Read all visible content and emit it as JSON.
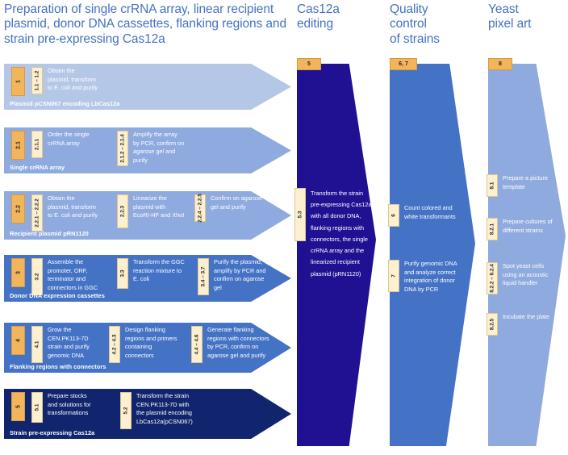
{
  "headings": {
    "preparation": "Preparation of single crRNA array, linear recipient plasmid, donor DNA cassettes, flanking regions and strain pre-expressing Cas12a",
    "cas12a": "Cas12a\nediting",
    "quality_control": "Quality\ncontrol\nof strains",
    "pixel_art": "Yeast\npixel art"
  },
  "colors": {
    "heading_blue": "#4472c4",
    "tag_orange": "#f2b55c",
    "step_tag_cream": "#fdf0d0",
    "arrow_1": "#b4c7e7",
    "arrow_2": "#8faade",
    "arrow_3": "#8faade",
    "arrow_4": "#4472c4",
    "arrow_5": "#4472c4",
    "arrow_6": "#10256e",
    "cas_dark": "#1f1191",
    "qc_blue": "#4472c4",
    "pixel_blue": "#8faade"
  },
  "rows": [
    {
      "tag": "1",
      "caption": "Plasmid pCSN067 encoding LbCas12a",
      "fill": "#b4c7e7",
      "steps": [
        {
          "tag": "1.1 – 1.2",
          "text": "Obtain the\nplasmid, transform\nto E. coli and purify"
        }
      ]
    },
    {
      "tag": "2.1",
      "caption": "Single crRNA array",
      "fill": "#8faade",
      "steps": [
        {
          "tag": "2.1.1",
          "text": "Order the single\ncrRNA array"
        },
        {
          "tag": "2.1.2 – 2.1.4",
          "text": "Amplify the array\nby PCR, confirm on\nagarose gel and\npurify"
        }
      ]
    },
    {
      "tag": "2.2",
      "caption": "Recipient plasmid pRN1120",
      "fill": "#8faade",
      "steps": [
        {
          "tag": "2.2.1 – 2.2.2",
          "text": "Obtain the\nplasmid, transform\nto E. coli and purify"
        },
        {
          "tag": "2.2.3",
          "text": "Linearize the\nplasmid with\nEcoRI-HF and XhoI"
        },
        {
          "tag": "2.2.4 – 2.2.5",
          "text": "Confirm on agarose\ngel and purify"
        }
      ]
    },
    {
      "tag": "3",
      "caption": "Donor DNA expression cassettes",
      "fill": "#4472c4",
      "steps": [
        {
          "tag": "3.2",
          "text": "Assemble the\npromoter, ORF,\nterminator and\nconnectors in GGC"
        },
        {
          "tag": "3.3",
          "text": "Transform the GGC\nreaction mixture to\nE. coli"
        },
        {
          "tag": "3.4 – 3.7",
          "text": "Purify the plasmid,\namplify by PCR and\nconfirm on agarose\ngel"
        }
      ]
    },
    {
      "tag": "4",
      "caption": "Flanking regions with connectors",
      "fill": "#4472c4",
      "steps": [
        {
          "tag": "4.1",
          "text": "Grow the\nCEN.PK113-7D\nstrain and purify\ngenomic DNA"
        },
        {
          "tag": "4.2 – 4.3",
          "text": "Design flanking\nregions and primers\ncontaining\nconnectors"
        },
        {
          "tag": "4.4 – 4.6",
          "text": "Generate flanking\nregions with connectors\nby PCR, confirm on\nagarose gel and purify"
        }
      ]
    },
    {
      "tag": "5",
      "caption": "Strain pre-expressing Cas12a",
      "fill": "#10256e",
      "steps": [
        {
          "tag": "5.1",
          "text": "Prepare stocks\nand solutions for\ntransformations"
        },
        {
          "tag": "5.2",
          "text": "Transform the strain\nCEN.PK113-7D with\nthe plasmid encoding\nLbCas12a(pCSN067)"
        }
      ]
    }
  ],
  "cas12a": {
    "number": "5",
    "step_tag": "5.3",
    "step_text": "Transform the strain pre-expressing Cas12a with all donor DNA, flanking regions with connectors, the single crRNA array and the linearized recipient plasmid (pRN1120)"
  },
  "quality_control": {
    "number": "6, 7",
    "steps": [
      {
        "tag": "6",
        "text": "Count colored and\nwhite transformants"
      },
      {
        "tag": "7",
        "text": "Purify genomic  DNA\nand analyze correct\nintegration of donor\nDNA by PCR"
      }
    ]
  },
  "pixel_art": {
    "number": "8",
    "steps": [
      {
        "tag": "8.1",
        "text": "Prepare a picture\ntemplate"
      },
      {
        "tag": "8.2.1",
        "text": "Prepare cultures of\ndifferent strains"
      },
      {
        "tag": "8.2.2 – 8.2.4",
        "text": "Spot yeast cells\nusing an acoustic\nliquid handler"
      },
      {
        "tag": "8.2.5",
        "text": "Incubate the plate"
      }
    ]
  }
}
